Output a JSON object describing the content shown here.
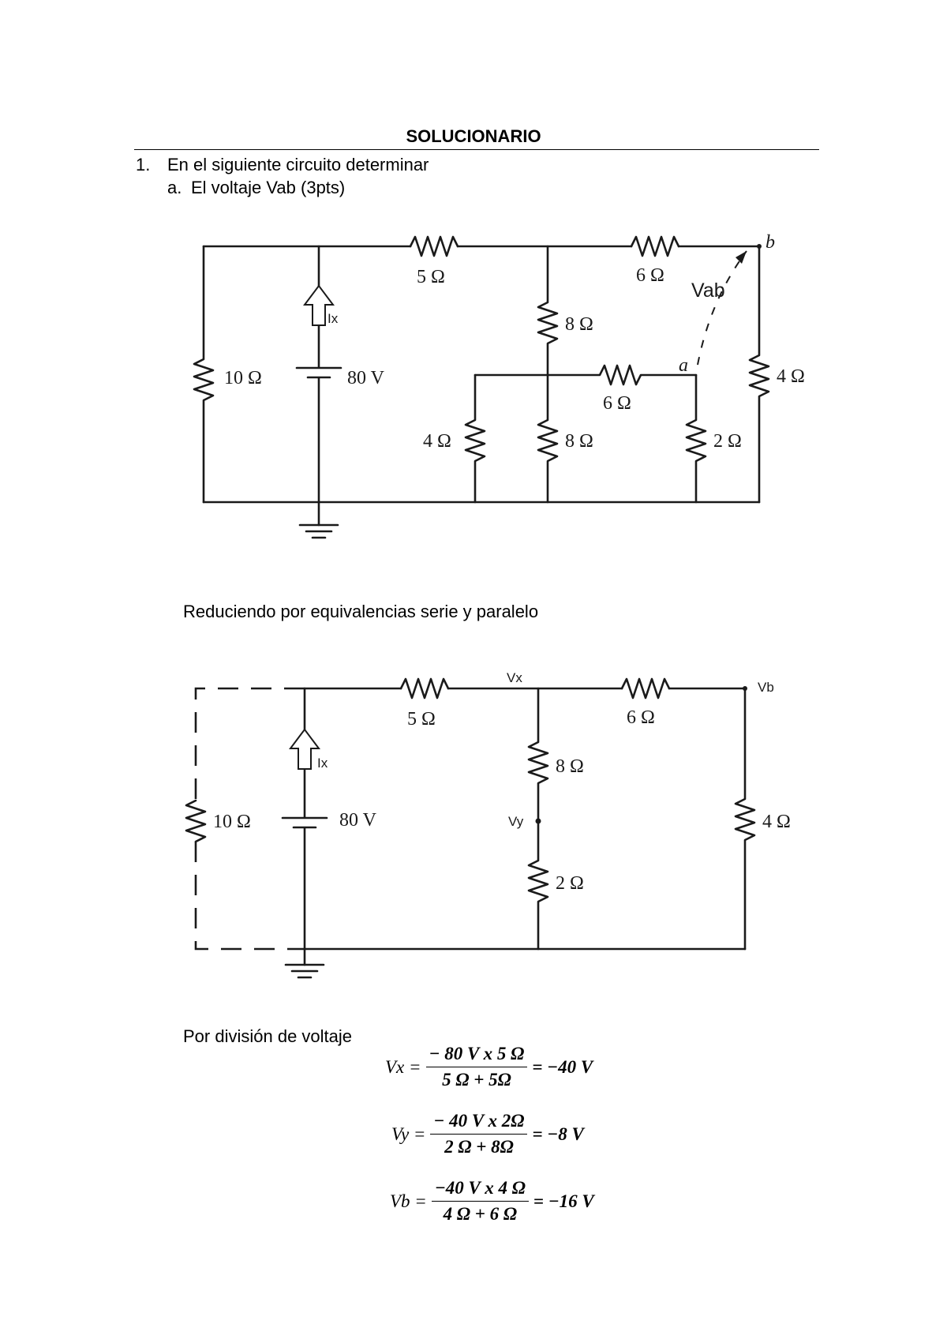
{
  "header": {
    "title": "SOLUCIONARIO"
  },
  "problem": {
    "number": "1.",
    "statement": "En el siguiente circuito determinar",
    "part_letter": "a.",
    "part_text": "El voltaje Vab (3pts)"
  },
  "circuit1": {
    "r_left": "10 Ω",
    "source": "80 V",
    "current": "Ix",
    "r_top1": "5 Ω",
    "r_top2": "6 Ω",
    "r_mid_top": "8 Ω",
    "r_mid_bottom": "8 Ω",
    "r_mid_left": "4 Ω",
    "r_mid_horizontal": "6 Ω",
    "r_a_bottom": "2 Ω",
    "r_right": "4 Ω",
    "node_a": "a",
    "node_b": "b",
    "vab_label": "Vab"
  },
  "reduction_text": "Reduciendo por equivalencias serie y paralelo",
  "circuit2": {
    "r_left": "10 Ω",
    "source": "80 V",
    "current": "Ix",
    "r_top1": "5 Ω",
    "r_top2": "6 Ω",
    "r_mid_top": "8 Ω",
    "r_mid_bottom": "2 Ω",
    "r_right": "4 Ω",
    "node_vx": "Vx",
    "node_vy": "Vy",
    "node_vb": "Vb"
  },
  "division_text": "Por división de voltaje",
  "equations": [
    {
      "lhs": "Vx =",
      "num": "− 80 V x 5 Ω",
      "den": "5 Ω + 5Ω",
      "rhs": "= −40 V"
    },
    {
      "lhs": "Vy =",
      "num": "− 40 V x 2Ω",
      "den": "2 Ω + 8Ω",
      "rhs": "= −8 V"
    },
    {
      "lhs": "Vb =",
      "num": "−40 V x 4 Ω",
      "den": "4 Ω + 6 Ω",
      "rhs": "= −16 V"
    }
  ]
}
